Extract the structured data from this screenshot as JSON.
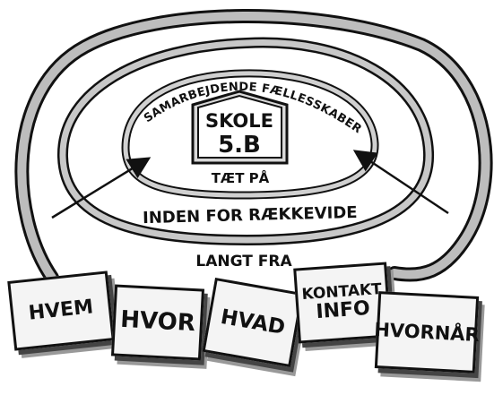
{
  "school": {
    "line1": "SKOLE",
    "line2": "5.B"
  },
  "zones": {
    "arc": "SAMARBEJDENDE FÆLLESSKABER",
    "close": "TÆT PÅ",
    "within_reach": "INDEN FOR RÆKKEVIDE",
    "far": "LANGT FRA"
  },
  "cards": [
    {
      "label": "HVEM"
    },
    {
      "label": "HVOR"
    },
    {
      "label": "HVAD"
    },
    {
      "label_line1": "KONTAKT",
      "label_line2": "INFO"
    },
    {
      "label": "HVORNÅR"
    }
  ]
}
